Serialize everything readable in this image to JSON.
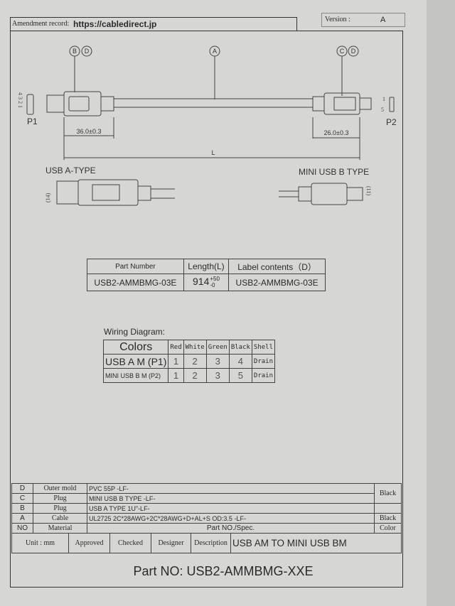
{
  "header": {
    "amendment_label": "Amendment record:",
    "url": "https://cabledirect.jp",
    "version_label": "Version :",
    "version_value": "A"
  },
  "drawing": {
    "callouts": {
      "left": [
        "B",
        "D"
      ],
      "center": "A",
      "right": [
        "C",
        "D"
      ]
    },
    "p1_label": "P1",
    "p2_label": "P2",
    "p1_pins": "4 3 2 1",
    "p2_pins_top": "1",
    "p2_pins_bottom": "5",
    "dim_left": "36.0±0.3",
    "dim_right": "26.0±0.3",
    "dim_total": "L",
    "left_type": "USB A-TYPE",
    "right_type": "MINI USB B TYPE",
    "side_dim": "(14)",
    "side_dim_right": "(11)"
  },
  "part_table": {
    "headers": [
      "Part Number",
      "Length(L)",
      "Label contents（D）"
    ],
    "row": {
      "part_number": "USB2-AMMBMG-03E",
      "length": "914",
      "tol_plus": "+50",
      "tol_minus": "-0",
      "label": "USB2-AMMBMG-03E"
    }
  },
  "wiring": {
    "title": "Wiring Diagram:",
    "header": [
      "Colors",
      "Red",
      "White",
      "Green",
      "Black",
      "Shell"
    ],
    "rows": [
      [
        "USB A M (P1)",
        "1",
        "2",
        "3",
        "4",
        "Drain"
      ],
      [
        "MINI USB B M (P2)",
        "1",
        "2",
        "3",
        "5",
        "Drain"
      ]
    ]
  },
  "bom": {
    "rows": [
      {
        "no": "D",
        "material": "Outer mold",
        "spec": "PVC 55P -LF-"
      },
      {
        "no": "C",
        "material": "Plug",
        "spec": "MINI USB B TYPE -LF-"
      },
      {
        "no": "B",
        "material": "Plug",
        "spec": "USB A TYPE 1U\"-LF-"
      },
      {
        "no": "A",
        "material": "Cable",
        "spec": "UL2725 2C*28AWG+2C*28AWG+D+AL+S OD:3.5  -LF-"
      }
    ],
    "header": {
      "no": "NO",
      "material": "Material",
      "spec": "Part NO./Spec.",
      "color": "Color"
    },
    "colors": [
      "Black",
      "Black"
    ],
    "footer": {
      "unit": "Unit  :  mm",
      "approved": "Approved",
      "checked": "Checked",
      "designer": "Designer",
      "description": "Description",
      "description_value": "USB AM TO MINI USB BM"
    },
    "part_no": "Part  NO: USB2-AMMBMG-XXE"
  }
}
